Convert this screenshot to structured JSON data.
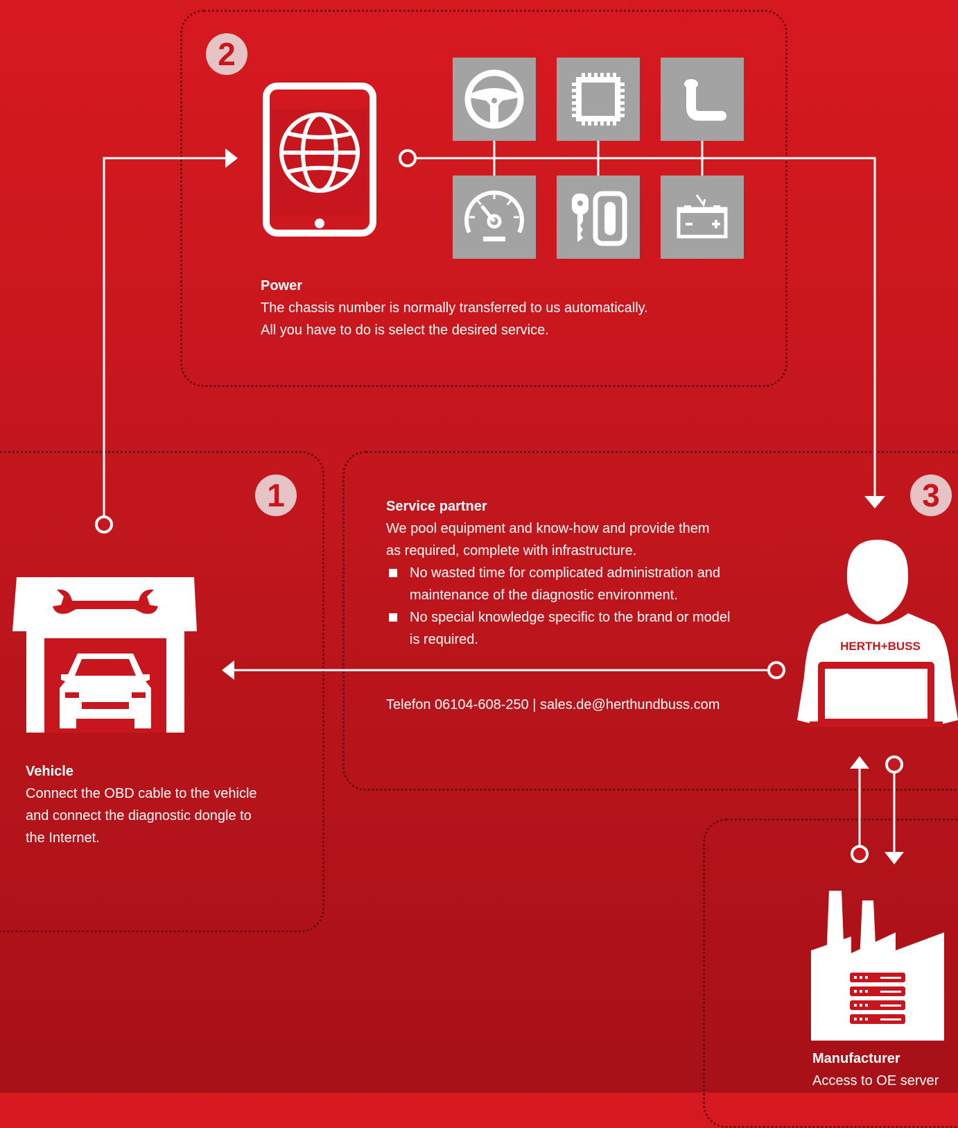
{
  "badges": {
    "step1": "1",
    "step2": "2",
    "step3": "3"
  },
  "power": {
    "title": "Power",
    "line1": "The chassis number is normally transferred to us automatically.",
    "line2": "All you have to do is select the desired service."
  },
  "service": {
    "title": "Service partner",
    "line1": "We pool equipment and know-how and provide them",
    "line2": "as required, complete with infrastructure.",
    "bullets": [
      {
        "line1": "No wasted time for complicated administration and",
        "line2": "maintenance of the diagnostic environment."
      },
      {
        "line1": "No special knowledge specific to the brand or model",
        "line2": "is required."
      }
    ],
    "contact": "Telefon 06104-608-250 |  sales.de@herthundbuss.com"
  },
  "vehicle": {
    "title": "Vehicle",
    "line1": "Connect the OBD cable to the vehicle",
    "line2": "and connect the diagnostic dongle to",
    "line3": "the Internet."
  },
  "manufacturer": {
    "title": "Manufacturer",
    "line1": "Access to OE server"
  },
  "brand_logo": "HERTH+BUSS",
  "icons": [
    "tablet-globe-icon",
    "steering-wheel-icon",
    "chip-icon",
    "exhaust-pipe-icon",
    "speedometer-icon",
    "car-key-icon",
    "battery-icon",
    "garage-car-icon",
    "technician-laptop-icon",
    "factory-server-icon"
  ],
  "colors": {
    "background_top": "#d71920",
    "background_bottom": "#a71117",
    "tile": "#a3a3a3",
    "badge": "#e6c3c5",
    "badge_text": "#c8161e"
  }
}
